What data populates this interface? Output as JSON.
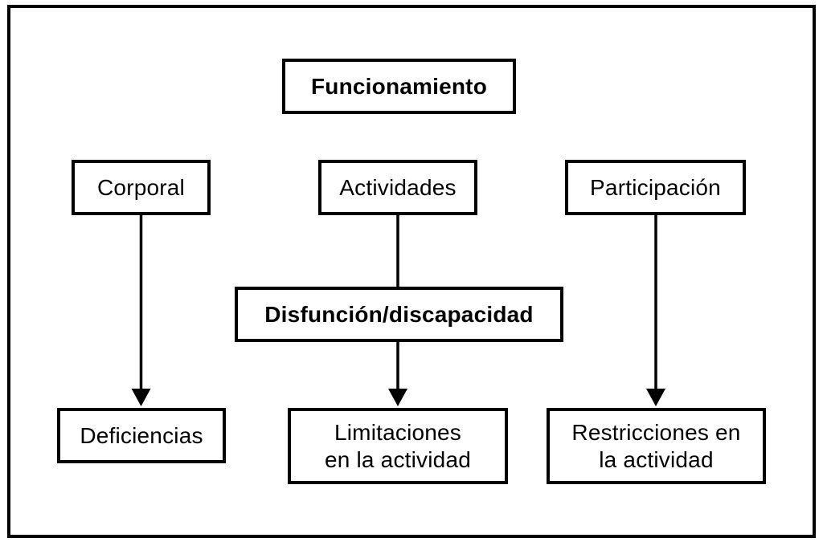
{
  "diagram": {
    "title": "Funcionamiento / Disfunción-discapacidad diagram",
    "colors": {
      "background": "#ffffff",
      "border": "#000000",
      "text": "#000000"
    },
    "nodes": {
      "funcionamiento": {
        "label": "Funcionamiento",
        "emphasis": "bold"
      },
      "corporal": {
        "label": "Corporal",
        "emphasis": "normal"
      },
      "actividades": {
        "label": "Actividades",
        "emphasis": "normal"
      },
      "participacion": {
        "label": "Participación",
        "emphasis": "normal"
      },
      "disfuncion": {
        "label": "Disfunción/discapacidad",
        "emphasis": "bold"
      },
      "deficiencias": {
        "label": "Deficiencias",
        "emphasis": "normal"
      },
      "limitaciones": {
        "label": "Limitaciones en la actividad",
        "lines": [
          "Limitaciones",
          "en la actividad"
        ],
        "emphasis": "normal"
      },
      "restricciones": {
        "label": "Restricciones en la actividad",
        "lines": [
          "Restricciones en",
          "la actividad"
        ],
        "emphasis": "normal"
      }
    },
    "edges": [
      {
        "from": "corporal",
        "to": "deficiencias",
        "arrowhead": true
      },
      {
        "from": "actividades",
        "to": "disfuncion",
        "arrowhead": false
      },
      {
        "from": "disfuncion",
        "to": "limitaciones",
        "arrowhead": true
      },
      {
        "from": "participacion",
        "to": "restricciones",
        "arrowhead": true
      }
    ]
  }
}
